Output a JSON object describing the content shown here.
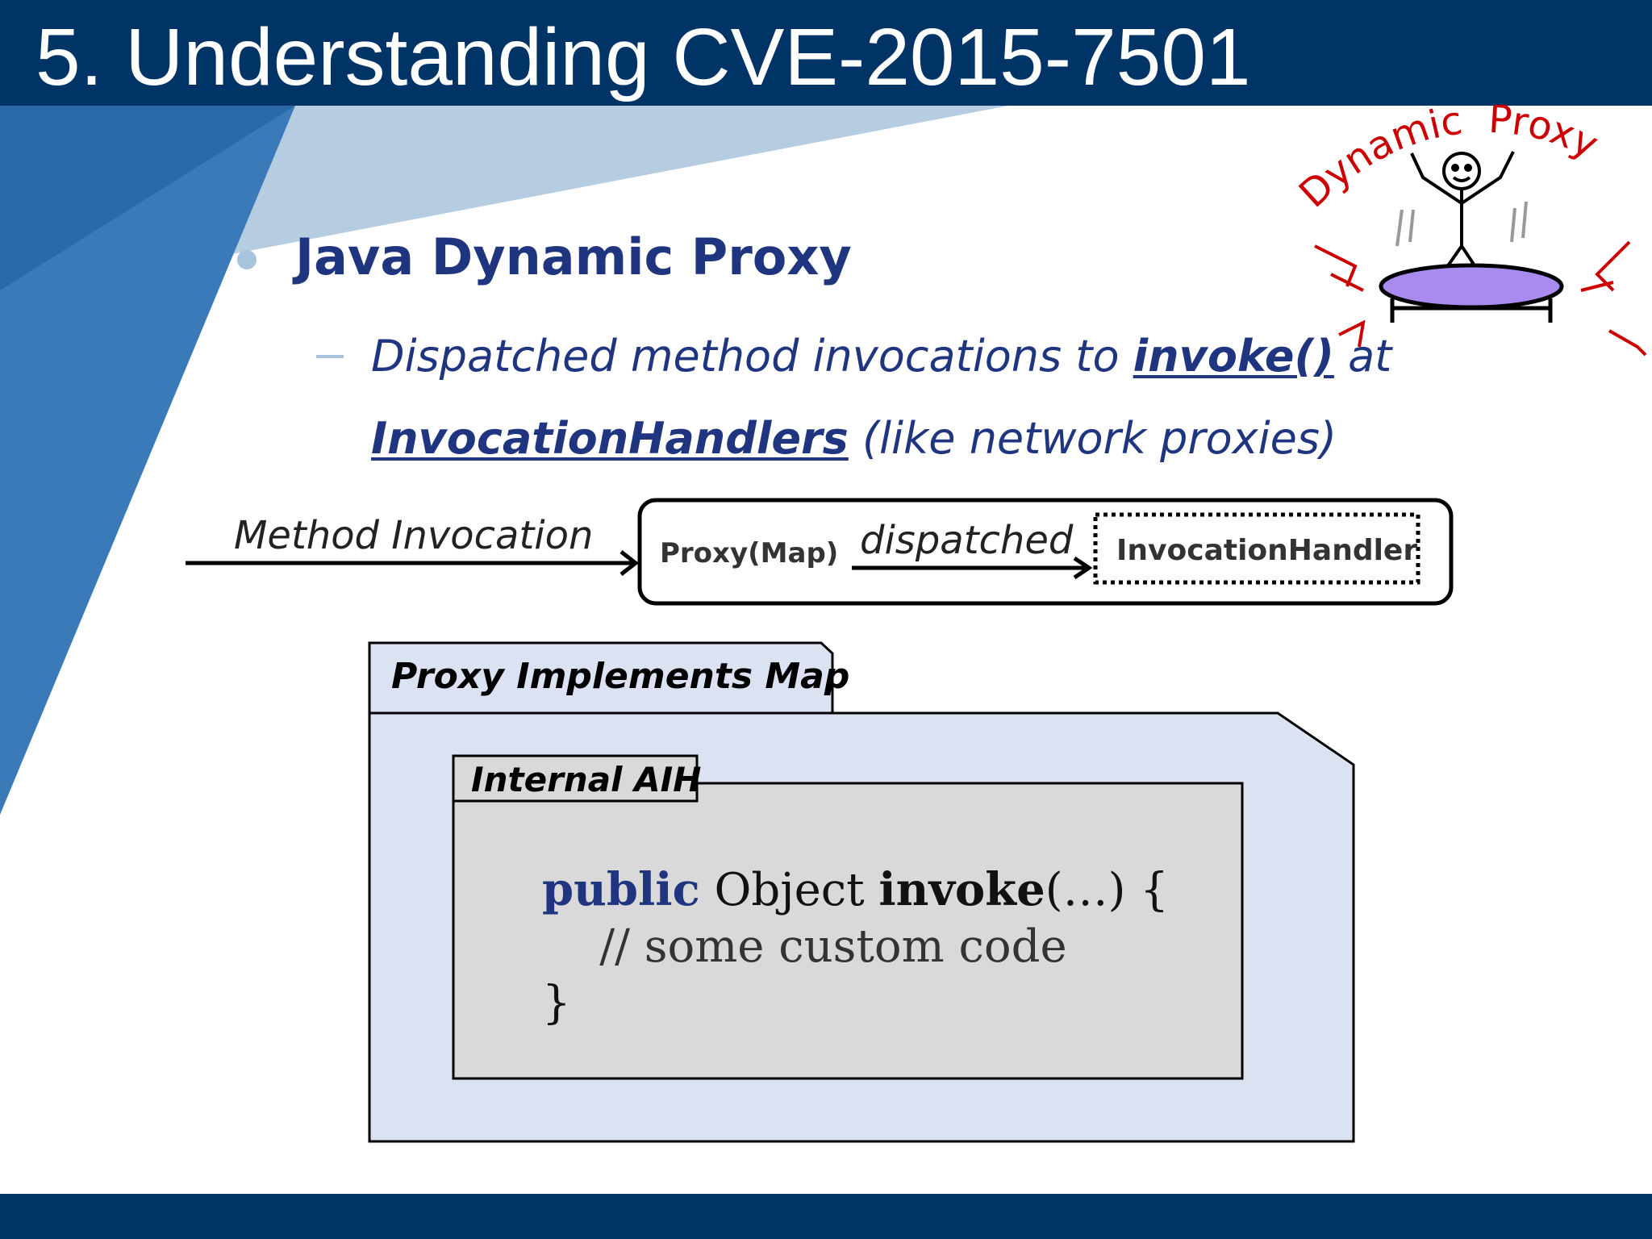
{
  "slide": {
    "title": "5. Understanding CVE-2015-7501",
    "bullet": "Java Dynamic Proxy",
    "sub": {
      "part1": "Dispatched method invocations to ",
      "invoke": "invoke()",
      "part2": " at",
      "handlers": "InvocationHandlers",
      "part3": " (like network proxies)"
    }
  },
  "flow": {
    "method_invocation": "Method Invocation",
    "proxy_label": "Proxy(Map)",
    "dispatched": "dispatched",
    "handler_label": "InvocationHandler"
  },
  "outer_box": {
    "tab_label": "Proxy Implements Map"
  },
  "inner_box": {
    "tab_label": "Internal AIH"
  },
  "code": {
    "keyword": "public",
    "type": " Object ",
    "method": "invoke",
    "args": "(…) {",
    "comment": "    // some custom code",
    "close": "}"
  },
  "mascot": {
    "caption_word1": "Dynamic",
    "caption_word2": "Proxy"
  },
  "colors": {
    "title_bar": "#003366",
    "bullet_text": "#1f3580",
    "accent_light": "#a9c3dc",
    "outer_fill": "#dbe2f2",
    "inner_fill": "#d9d9d9",
    "mascot_red": "#cc0000",
    "trampoline": "#a98bf0"
  }
}
